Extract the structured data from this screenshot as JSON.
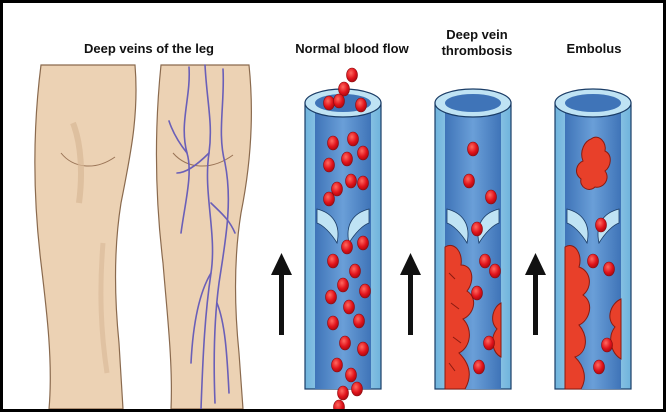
{
  "labels": {
    "legs": "Deep veins of the leg",
    "normal": "Normal blood flow",
    "dvt_line1": "Deep vein",
    "dvt_line2": "thrombosis",
    "embolus": "Embolus"
  },
  "colors": {
    "skin": "#ecd2b4",
    "skin_shade": "#d9b896",
    "vein": "#6a5fb8",
    "vessel_outer": "#8bc7e6",
    "vessel_lumen": "#4f87c9",
    "rbc": "#e0121a",
    "clot": "#e8402a",
    "arrow": "#111111"
  },
  "icons": [
    "up-arrow-icon"
  ]
}
